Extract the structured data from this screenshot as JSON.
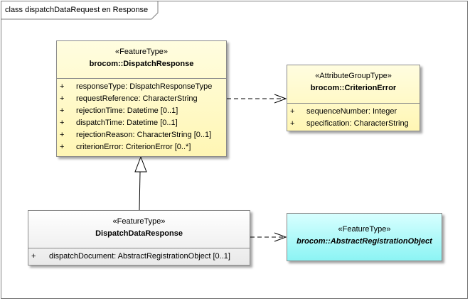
{
  "frame": {
    "title": "class dispatchDataRequest en Response"
  },
  "classes": {
    "dispatch_response": {
      "stereotype": "«FeatureType»",
      "name": "brocom::DispatchResponse",
      "attributes": [
        {
          "vis": "+",
          "text": "responseType: DispatchResponseType"
        },
        {
          "vis": "+",
          "text": "requestReference: CharacterString"
        },
        {
          "vis": "+",
          "text": "rejectionTime: Datetime [0..1]"
        },
        {
          "vis": "+",
          "text": "dispatchTime: Datetime [0..1]"
        },
        {
          "vis": "+",
          "text": "rejectionReason: CharacterString [0..1]"
        },
        {
          "vis": "+",
          "text": "criterionError: CriterionError [0..*]"
        }
      ]
    },
    "criterion_error": {
      "stereotype": "«AttributeGroupType»",
      "name": "brocom::CriterionError",
      "attributes": [
        {
          "vis": "+",
          "text": "sequenceNumber: Integer"
        },
        {
          "vis": "+",
          "text": "specification: CharacterString"
        }
      ]
    },
    "dispatch_data_response": {
      "stereotype": "«FeatureType»",
      "name": "DispatchDataResponse",
      "attributes": [
        {
          "vis": "+",
          "text": "dispatchDocument: AbstractRegistrationObject [0..1]"
        }
      ]
    },
    "abstract_registration_object": {
      "stereotype": "«FeatureType»",
      "name": "brocom::AbstractRegistrationObject"
    }
  },
  "colors": {
    "feature_type_fill": "#fff6b4",
    "plain_class_fill": "#e9e9e9",
    "abstract_fill": "#8cf4f4",
    "border": "#8a8a8a"
  }
}
